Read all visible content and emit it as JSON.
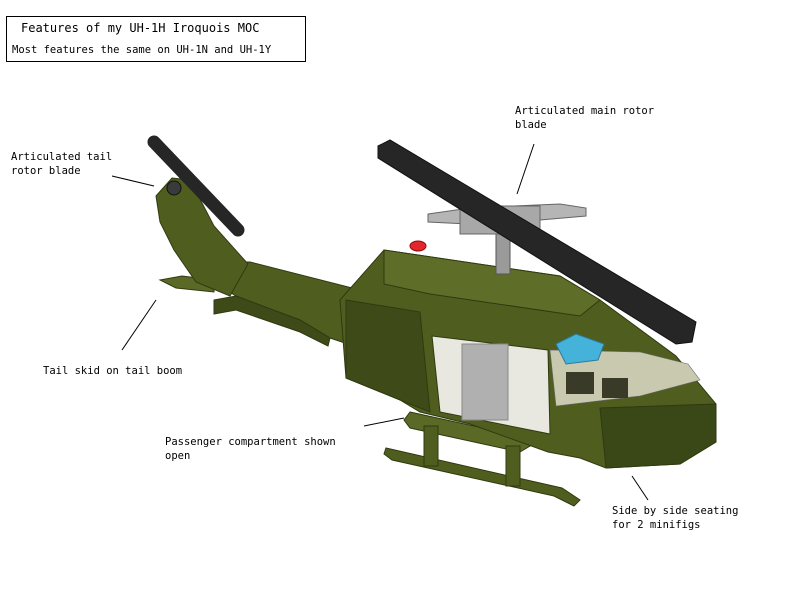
{
  "title_box": {
    "title": "Features of my UH-1H Iroquois MOC",
    "subtitle": "Most features the same on UH-1N and UH-1Y"
  },
  "callouts": [
    {
      "id": "tail-rotor",
      "text": "Articulated tail\nrotor blade"
    },
    {
      "id": "main-rotor",
      "text": "Articulated main rotor\nblade"
    },
    {
      "id": "tail-skid",
      "text": "Tail skid on tail boom"
    },
    {
      "id": "passenger",
      "text": "Passenger compartment shown\nopen"
    },
    {
      "id": "seating",
      "text": "Side by side seating\nfor 2 minifigs"
    }
  ],
  "colors": {
    "body_green": "#4f5e1f",
    "body_dark": "#2f3a10",
    "body_light": "#6b7a32",
    "rotor_black": "#262626",
    "rotor_gray": "#b5b5b5",
    "glass_blue": "#45b3d9",
    "light_red": "#e3262b"
  }
}
